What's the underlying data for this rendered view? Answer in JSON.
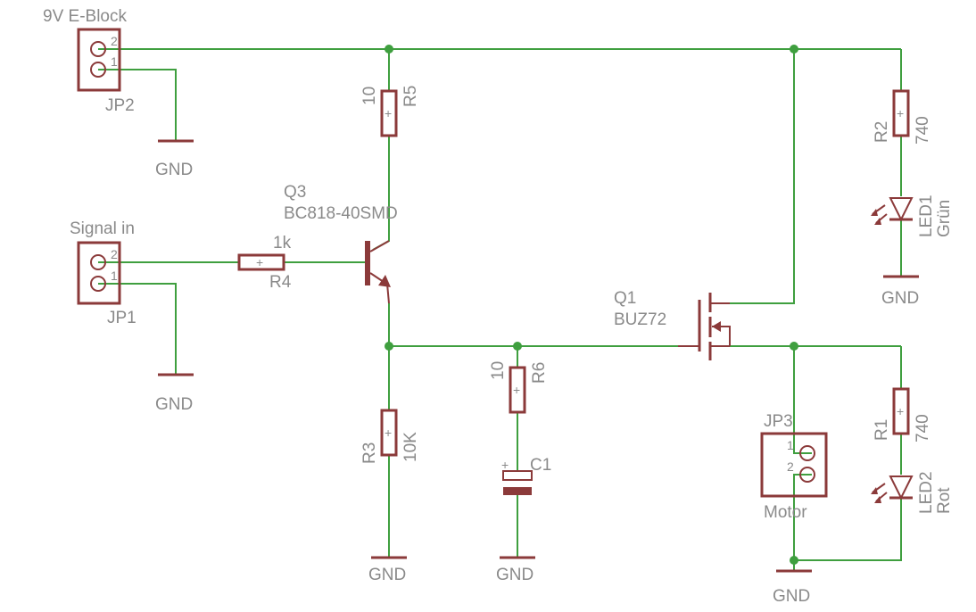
{
  "connectors": {
    "jp2": {
      "title": "9V E-Block",
      "ref": "JP2",
      "pin2": "2",
      "pin1": "1"
    },
    "jp1": {
      "title": "Signal in",
      "ref": "JP1",
      "pin2": "2",
      "pin1": "1"
    },
    "jp3": {
      "ref": "JP3",
      "title": "Motor",
      "pin1": "1",
      "pin2": "2"
    }
  },
  "resistors": {
    "r5": {
      "ref": "R5",
      "value": "10"
    },
    "r4": {
      "ref": "R4",
      "value": "1k"
    },
    "r3": {
      "ref": "R3",
      "value": "10K"
    },
    "r6": {
      "ref": "R6",
      "value": "10"
    },
    "r2": {
      "ref": "R2",
      "value": "740"
    },
    "r1": {
      "ref": "R1",
      "value": "740"
    }
  },
  "transistors": {
    "q3": {
      "ref": "Q3",
      "part": "BC818-40SMD"
    },
    "q1": {
      "ref": "Q1",
      "part": "BUZ72"
    }
  },
  "capacitor": {
    "ref": "C1",
    "polarity": "+"
  },
  "leds": {
    "led1": {
      "ref": "LED1",
      "color": "Grün"
    },
    "led2": {
      "ref": "LED2",
      "color": "Rot"
    }
  },
  "ground_label": "GND",
  "colors": {
    "wire": "#3f9f3f",
    "symbol": "#8b3a3a",
    "text": "#8a8a8a"
  }
}
